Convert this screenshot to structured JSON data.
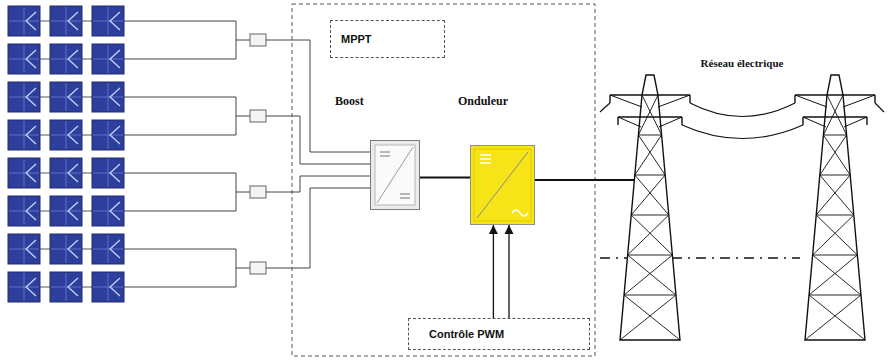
{
  "diagram": {
    "nodes": [
      {
        "text": [
          "MPPT"
        ]
      },
      {
        "text": [
          "Boost"
        ]
      },
      {
        "text": [
          "Onduleur"
        ]
      },
      {
        "text": [
          "Contrôle PWM"
        ]
      }
    ],
    "edges": [
      {
        "from": 1,
        "to": 2,
        "arrow": "none"
      },
      {
        "from": 3,
        "to": 2,
        "arrow": "to"
      },
      {
        "from": 3,
        "to": 2,
        "arrow": "to"
      }
    ],
    "labels": [
      "Réseau électrique"
    ]
  }
}
